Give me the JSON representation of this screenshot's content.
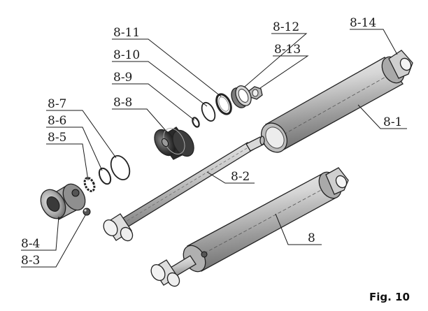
{
  "figure": {
    "caption": "Fig. 10"
  },
  "labels": {
    "l8_1": "8-1",
    "l8_2": "8-2",
    "l8_3": "8-3",
    "l8_4": "8-4",
    "l8_5": "8-5",
    "l8_6": "8-6",
    "l8_7": "8-7",
    "l8_8": "8-8",
    "l8_9": "8-9",
    "l8_10": "8-10",
    "l8_11": "8-11",
    "l8_12": "8-12",
    "l8_13": "8-13",
    "l8_14": "8-14",
    "l8": "8"
  }
}
